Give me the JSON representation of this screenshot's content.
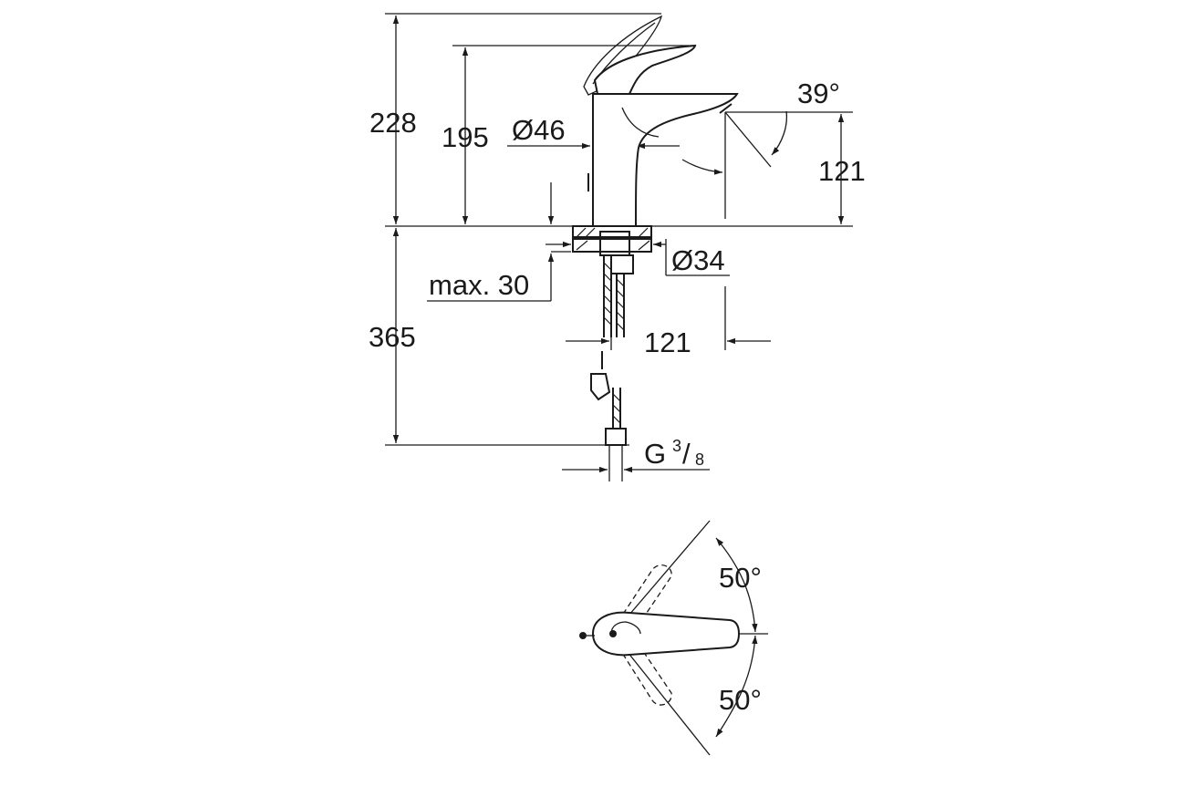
{
  "side_view": {
    "height_total": "228",
    "height_spout": "195",
    "body_diameter": "Ø46",
    "spout_angle": "39°",
    "spout_outlet_height": "121",
    "mount_diameter": "Ø34",
    "max_counter_thickness": "max. 30",
    "below_counter_length": "365",
    "projection": "121",
    "connection_letter": "G",
    "connection_numerator": "3",
    "connection_denominator": "8"
  },
  "top_view": {
    "lever_angle_up": "50°",
    "lever_angle_down": "50°"
  }
}
